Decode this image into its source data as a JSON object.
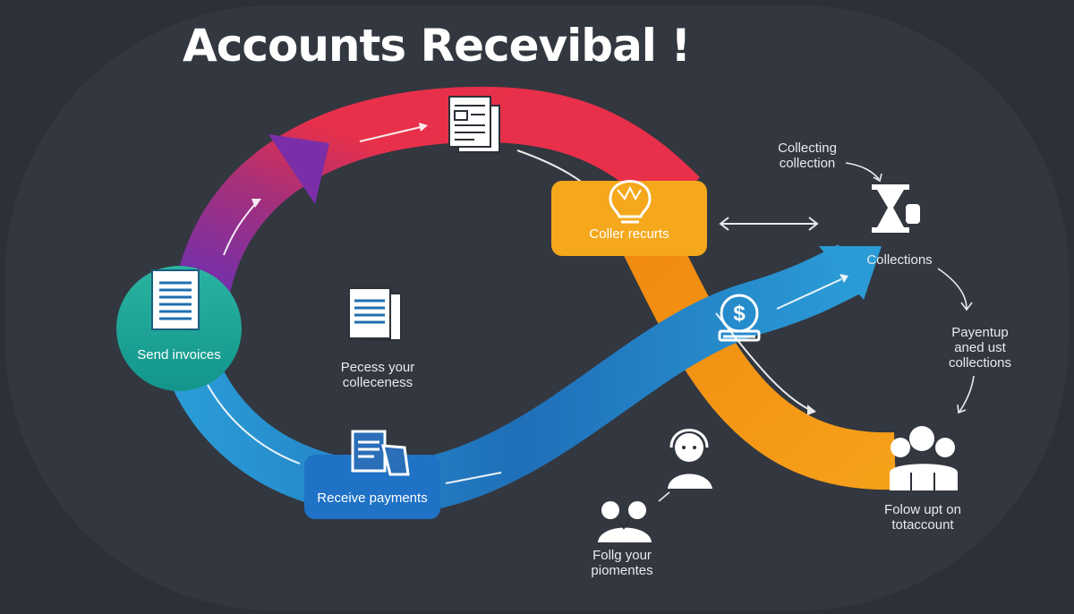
{
  "title": "Accounts Recevibal !",
  "nodes": {
    "send_invoices": "Send invoices",
    "coller_recurts": "Coller recurts",
    "receive_payments": "Receive payments",
    "pecess_line1": "Pecess your",
    "pecess_line2": "colleceness",
    "collecting_line1": "Collecting",
    "collecting_line2": "collection",
    "collections": "Collections",
    "payentup_line1": "Payentup",
    "payentup_line2": "aned ust",
    "payentup_line3": "collections",
    "follow_line1": "Folow upt on",
    "follow_line2": "totaccount",
    "follig_line1": "Follg your",
    "follig_line2": "piomentes"
  },
  "colors": {
    "background": "#2c3038",
    "panel": "#3a3e46",
    "red": "#e8304a",
    "purple": "#7a2fa8",
    "orange": "#f39a12",
    "blue": "#1f7fc4",
    "teal": "#22b09a",
    "yellow": "#f5a81c"
  },
  "icons": [
    "document-icon",
    "invoice-icon",
    "lightbulb-icon",
    "dollar-coin-icon",
    "hourglass-icon",
    "headset-agent-icon",
    "people-group-icon",
    "handshake-icon"
  ]
}
